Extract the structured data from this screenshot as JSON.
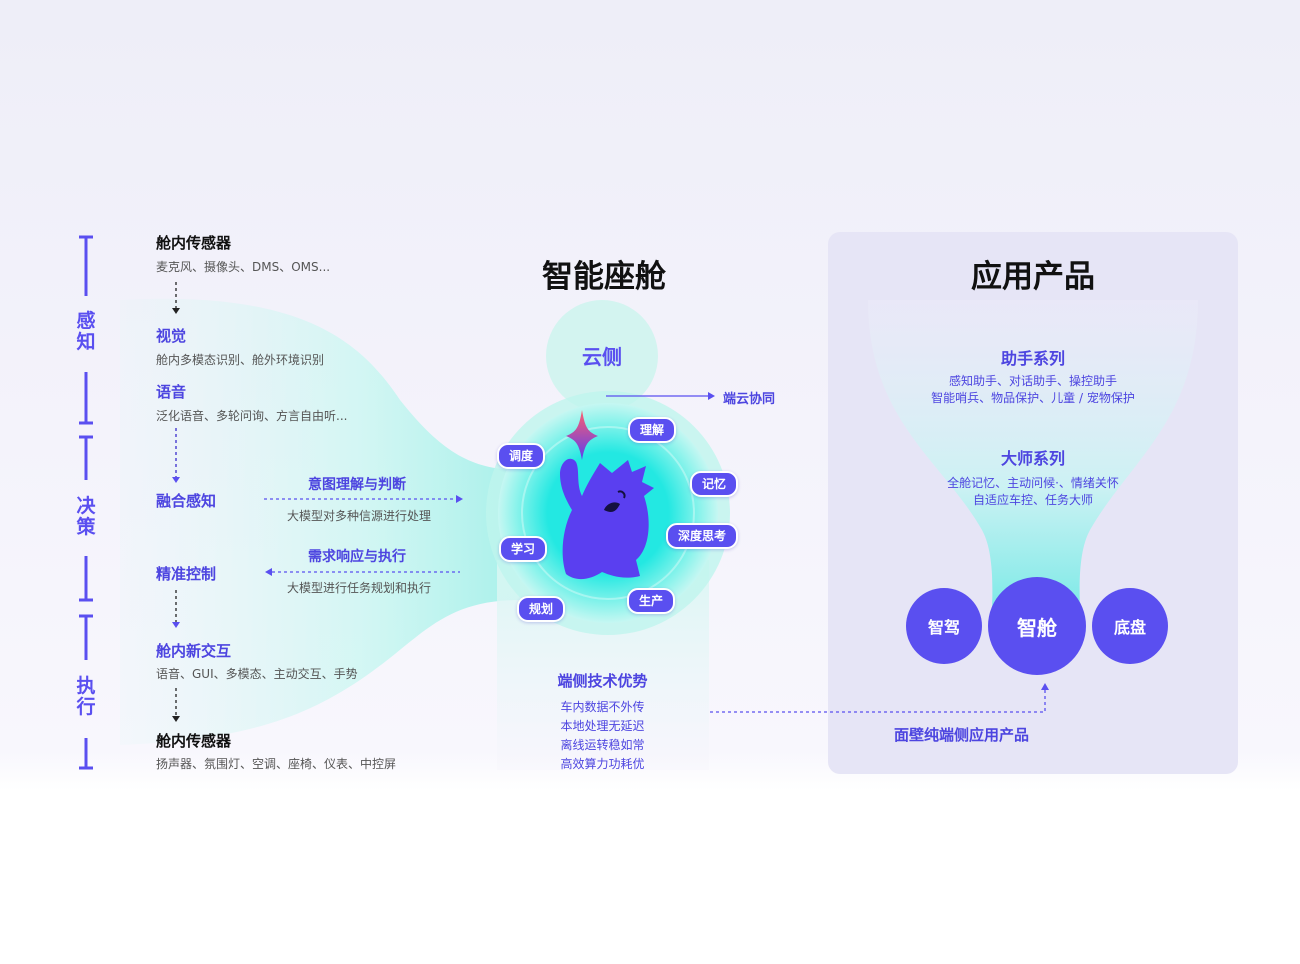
{
  "stages": [
    "感知",
    "决策",
    "执行"
  ],
  "left": {
    "sensors_in": {
      "title": "舱内传感器",
      "desc": "麦克风、摄像头、DMS、OMS..."
    },
    "vision": {
      "title": "视觉",
      "desc": "舱内多模态识别、舱外环境识别"
    },
    "voice": {
      "title": "语音",
      "desc": "泛化语音、多轮问询、方言自由听..."
    },
    "fusion": {
      "title": "融合感知"
    },
    "control": {
      "title": "精准控制"
    },
    "interaction": {
      "title": "舱内新交互",
      "desc": "语音、GUI、多模态、主动交互、手势"
    },
    "sensors_out": {
      "title": "舱内传感器",
      "desc": "扬声器、氛围灯、空调、座椅、仪表、中控屏"
    }
  },
  "middle": {
    "intent": {
      "title": "意图理解与判断",
      "desc": "大模型对多种信源进行处理"
    },
    "response": {
      "title": "需求响应与执行",
      "desc": "大模型进行任务规划和执行"
    }
  },
  "center": {
    "heading": "智能座舱",
    "cloud": "云侧",
    "cloud_link": "端云协同",
    "abilities": [
      "理解",
      "调度",
      "记忆",
      "深度思考",
      "学习",
      "生产",
      "规划"
    ],
    "edge_title": "端侧技术优势",
    "edge_items": [
      "车内数据不外传",
      "本地处理无延迟",
      "离线运转稳如常",
      "高效算力功耗优"
    ]
  },
  "products": {
    "heading": "应用产品",
    "assistant": {
      "title": "助手系列",
      "lines": [
        "感知助手、对话助手、操控助手",
        "智能哨兵、物品保护、儿童 / 宠物保护"
      ]
    },
    "master": {
      "title": "大师系列",
      "lines": [
        "全舱记忆、主动问候·、情绪关怀",
        "自适应车控、任务大师"
      ]
    },
    "nodes": [
      "智驾",
      "智舱",
      "底盘"
    ],
    "footer": "面壁纯端侧应用产品"
  },
  "colors": {
    "accent": "#5a4ff0",
    "cyan": "#22e6e0",
    "panel": "#e6e5f6"
  },
  "icons": [
    "spark-icon",
    "cat-mascot-icon"
  ]
}
